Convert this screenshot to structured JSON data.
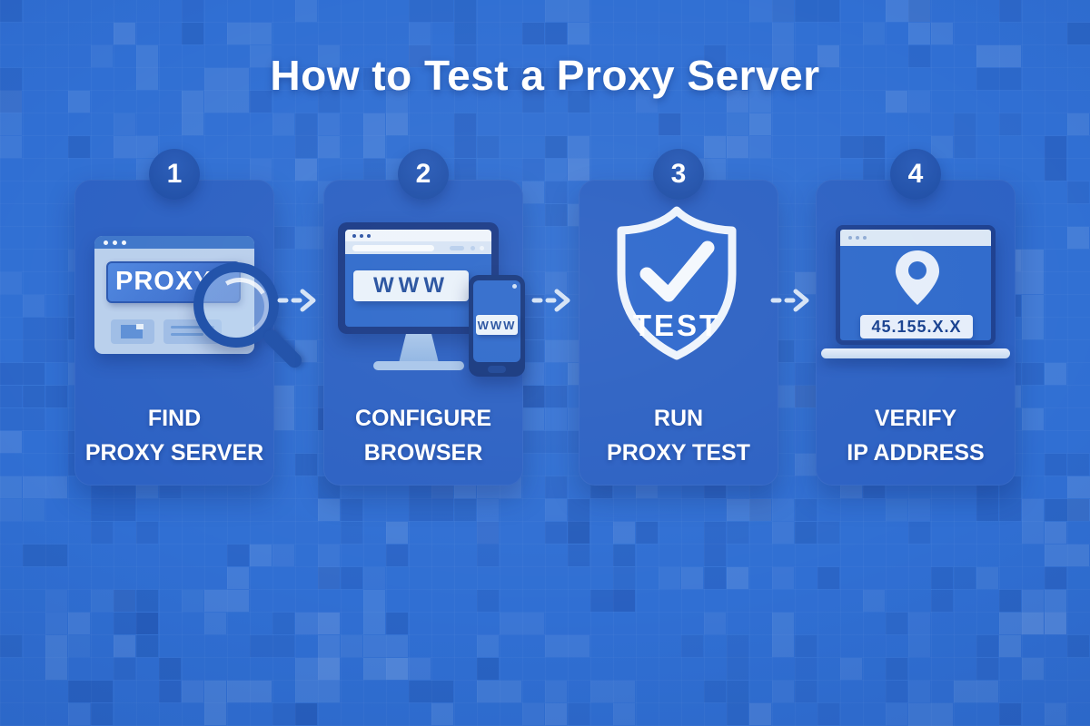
{
  "title": "How to Test a Proxy Server",
  "steps": [
    {
      "number": "1",
      "label_line1": "FIND",
      "label_line2": "PROXY SERVER",
      "illustration": {
        "search_text": "PROXY"
      }
    },
    {
      "number": "2",
      "label_line1": "CONFIGURE",
      "label_line2": "BROWSER",
      "illustration": {
        "desktop_url": "WWW",
        "mobile_url": "WWW"
      }
    },
    {
      "number": "3",
      "label_line1": "RUN",
      "label_line2": "PROXY TEST",
      "illustration": {
        "shield_label": "TEST"
      }
    },
    {
      "number": "4",
      "label_line1": "VERIFY",
      "label_line2": "IP ADDRESS",
      "illustration": {
        "ip_address": "45.155.X.X"
      }
    }
  ],
  "colors": {
    "background": "#306fd3",
    "card": "#2c61c3",
    "badge": "#1d4fa8",
    "text": "#ffffff",
    "arrow": "#d5e3f6",
    "illustration_light": "#e9f1fa",
    "illustration_panel": "#b9cfec",
    "illustration_dark": "#16377e",
    "accent_box": "#3e76c9",
    "dark_text": "#25509e"
  }
}
